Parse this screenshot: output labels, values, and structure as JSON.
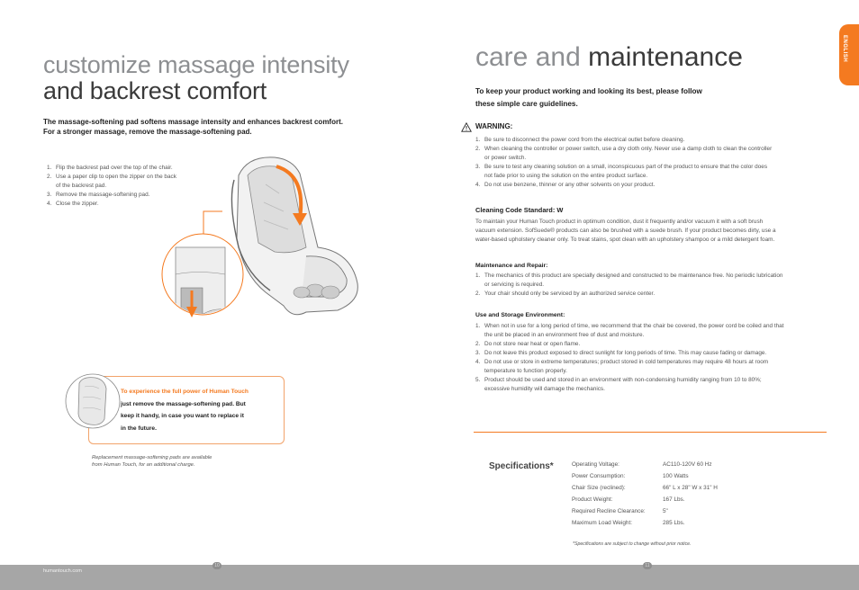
{
  "left": {
    "title_line1": "customize massage intensity",
    "title_line2": "and backrest comfort",
    "intro_line1": "The massage-softening pad softens massage intensity and enhances backrest comfort.",
    "intro_line2": "For a stronger massage, remove the massage-softening pad.",
    "steps": [
      {
        "num": "1.",
        "line1": "Flip the backrest pad over the top of the chair.",
        "line2": ""
      },
      {
        "num": "2.",
        "line1": "Use a paper clip to open the zipper on the back",
        "line2": "of the backrest pad."
      },
      {
        "num": "3.",
        "line1": "Remove the massage-softening pad.",
        "line2": ""
      },
      {
        "num": "4.",
        "line1": "Close the zipper.",
        "line2": ""
      }
    ],
    "callout": {
      "highlight": "To experience the full power of Human Touch",
      "line1": "just remove the massage-softening pad. But",
      "line2": "keep it handy, in case you want to replace it",
      "line3": "in the future."
    },
    "note_line1": "Replacement massage-softening pads are available",
    "note_line2": "from Human Touch, for an additional charge.",
    "footer_url": "humantouch.com",
    "page_number": "10"
  },
  "right": {
    "title_light": "care and",
    "title_dark": "maintenance",
    "intro_line1": "To keep your product working and looking its best, please follow",
    "intro_line2": "these simple care guidelines.",
    "warning_title": "WARNING:",
    "warnings": [
      {
        "num": "1.",
        "line1": "Be sure to disconnect the power cord from the electrical outlet before cleaning.",
        "line2": ""
      },
      {
        "num": "2.",
        "line1": "When cleaning the controller or power switch, use a dry cloth only. Never use a damp cloth to clean the controller",
        "line2": "or power switch."
      },
      {
        "num": "3.",
        "line1": "Be sure to test any cleaning solution on a small, inconspicuous part of the product to ensure that the color does",
        "line2": "not fade prior to using the solution on the entire product surface."
      },
      {
        "num": "4.",
        "line1": "Do not use benzene, thinner or any other solvents on your product.",
        "line2": ""
      }
    ],
    "cleaning_title": "Cleaning Code Standard: W",
    "cleaning_lines": [
      "To maintain your Human Touch product in optimum condition, dust it frequently and/or vacuum it with a soft brush",
      "vacuum extension. SofSuede® products can also be brushed with a suede brush. If your product becomes dirty, use a",
      "water-based upholstery cleaner only. To treat stains, spot clean with an upholstery shampoo or a mild detergent foam."
    ],
    "maint_title": "Maintenance and Repair:",
    "maint_items": [
      {
        "num": "1.",
        "line1": "The mechanics of this product are specially designed and constructed to be maintenance free. No periodic lubrication",
        "line2": "or servicing is required."
      },
      {
        "num": "2.",
        "line1": "Your chair should only be serviced by an authorized service center.",
        "line2": ""
      }
    ],
    "storage_title": "Use and Storage Environment:",
    "storage_items": [
      {
        "num": "1.",
        "line1": "When not in use for a long period of time, we recommend that the chair be covered, the power cord be coiled and that",
        "line2": "the unit be placed in an environment free of dust and moisture."
      },
      {
        "num": "2.",
        "line1": "Do not store near heat or open flame.",
        "line2": ""
      },
      {
        "num": "3.",
        "line1": "Do not leave this product exposed to direct sunlight for long periods of time. This may cause fading or damage.",
        "line2": ""
      },
      {
        "num": "4.",
        "line1": "Do not use or store in extreme temperatures; product stored in cold temperatures may require 48 hours at room",
        "line2": "temperature to function properly."
      },
      {
        "num": "5.",
        "line1": "Product should be used and stored in an environment with non-condensing humidity ranging from 10 to 80%;",
        "line2": "excessive humidity will damage the mechanics."
      }
    ],
    "specs_title": "Specifications*",
    "specs": [
      {
        "label": "Operating Voltage:",
        "value": "AC110-120V 60 Hz"
      },
      {
        "label": "Power Consumption:",
        "value": "100 Watts"
      },
      {
        "label": "Chair Size (reclined):",
        "value": "66\" L x 28\" W x 31\" H"
      },
      {
        "label": "Product Weight:",
        "value": "167 Lbs."
      },
      {
        "label": "Required Recline Clearance:",
        "value": "5\""
      },
      {
        "label": "Maximum Load Weight:",
        "value": "285 Lbs."
      }
    ],
    "specs_note": "*Specifications are subject to change without prior notice.",
    "page_number": "11",
    "language_tab": "ENGLISH"
  },
  "colors": {
    "accent": "#f47a20",
    "footer": "#a6a6a6",
    "heading_light": "#8d8f92",
    "heading_dark": "#3a3a3a"
  }
}
